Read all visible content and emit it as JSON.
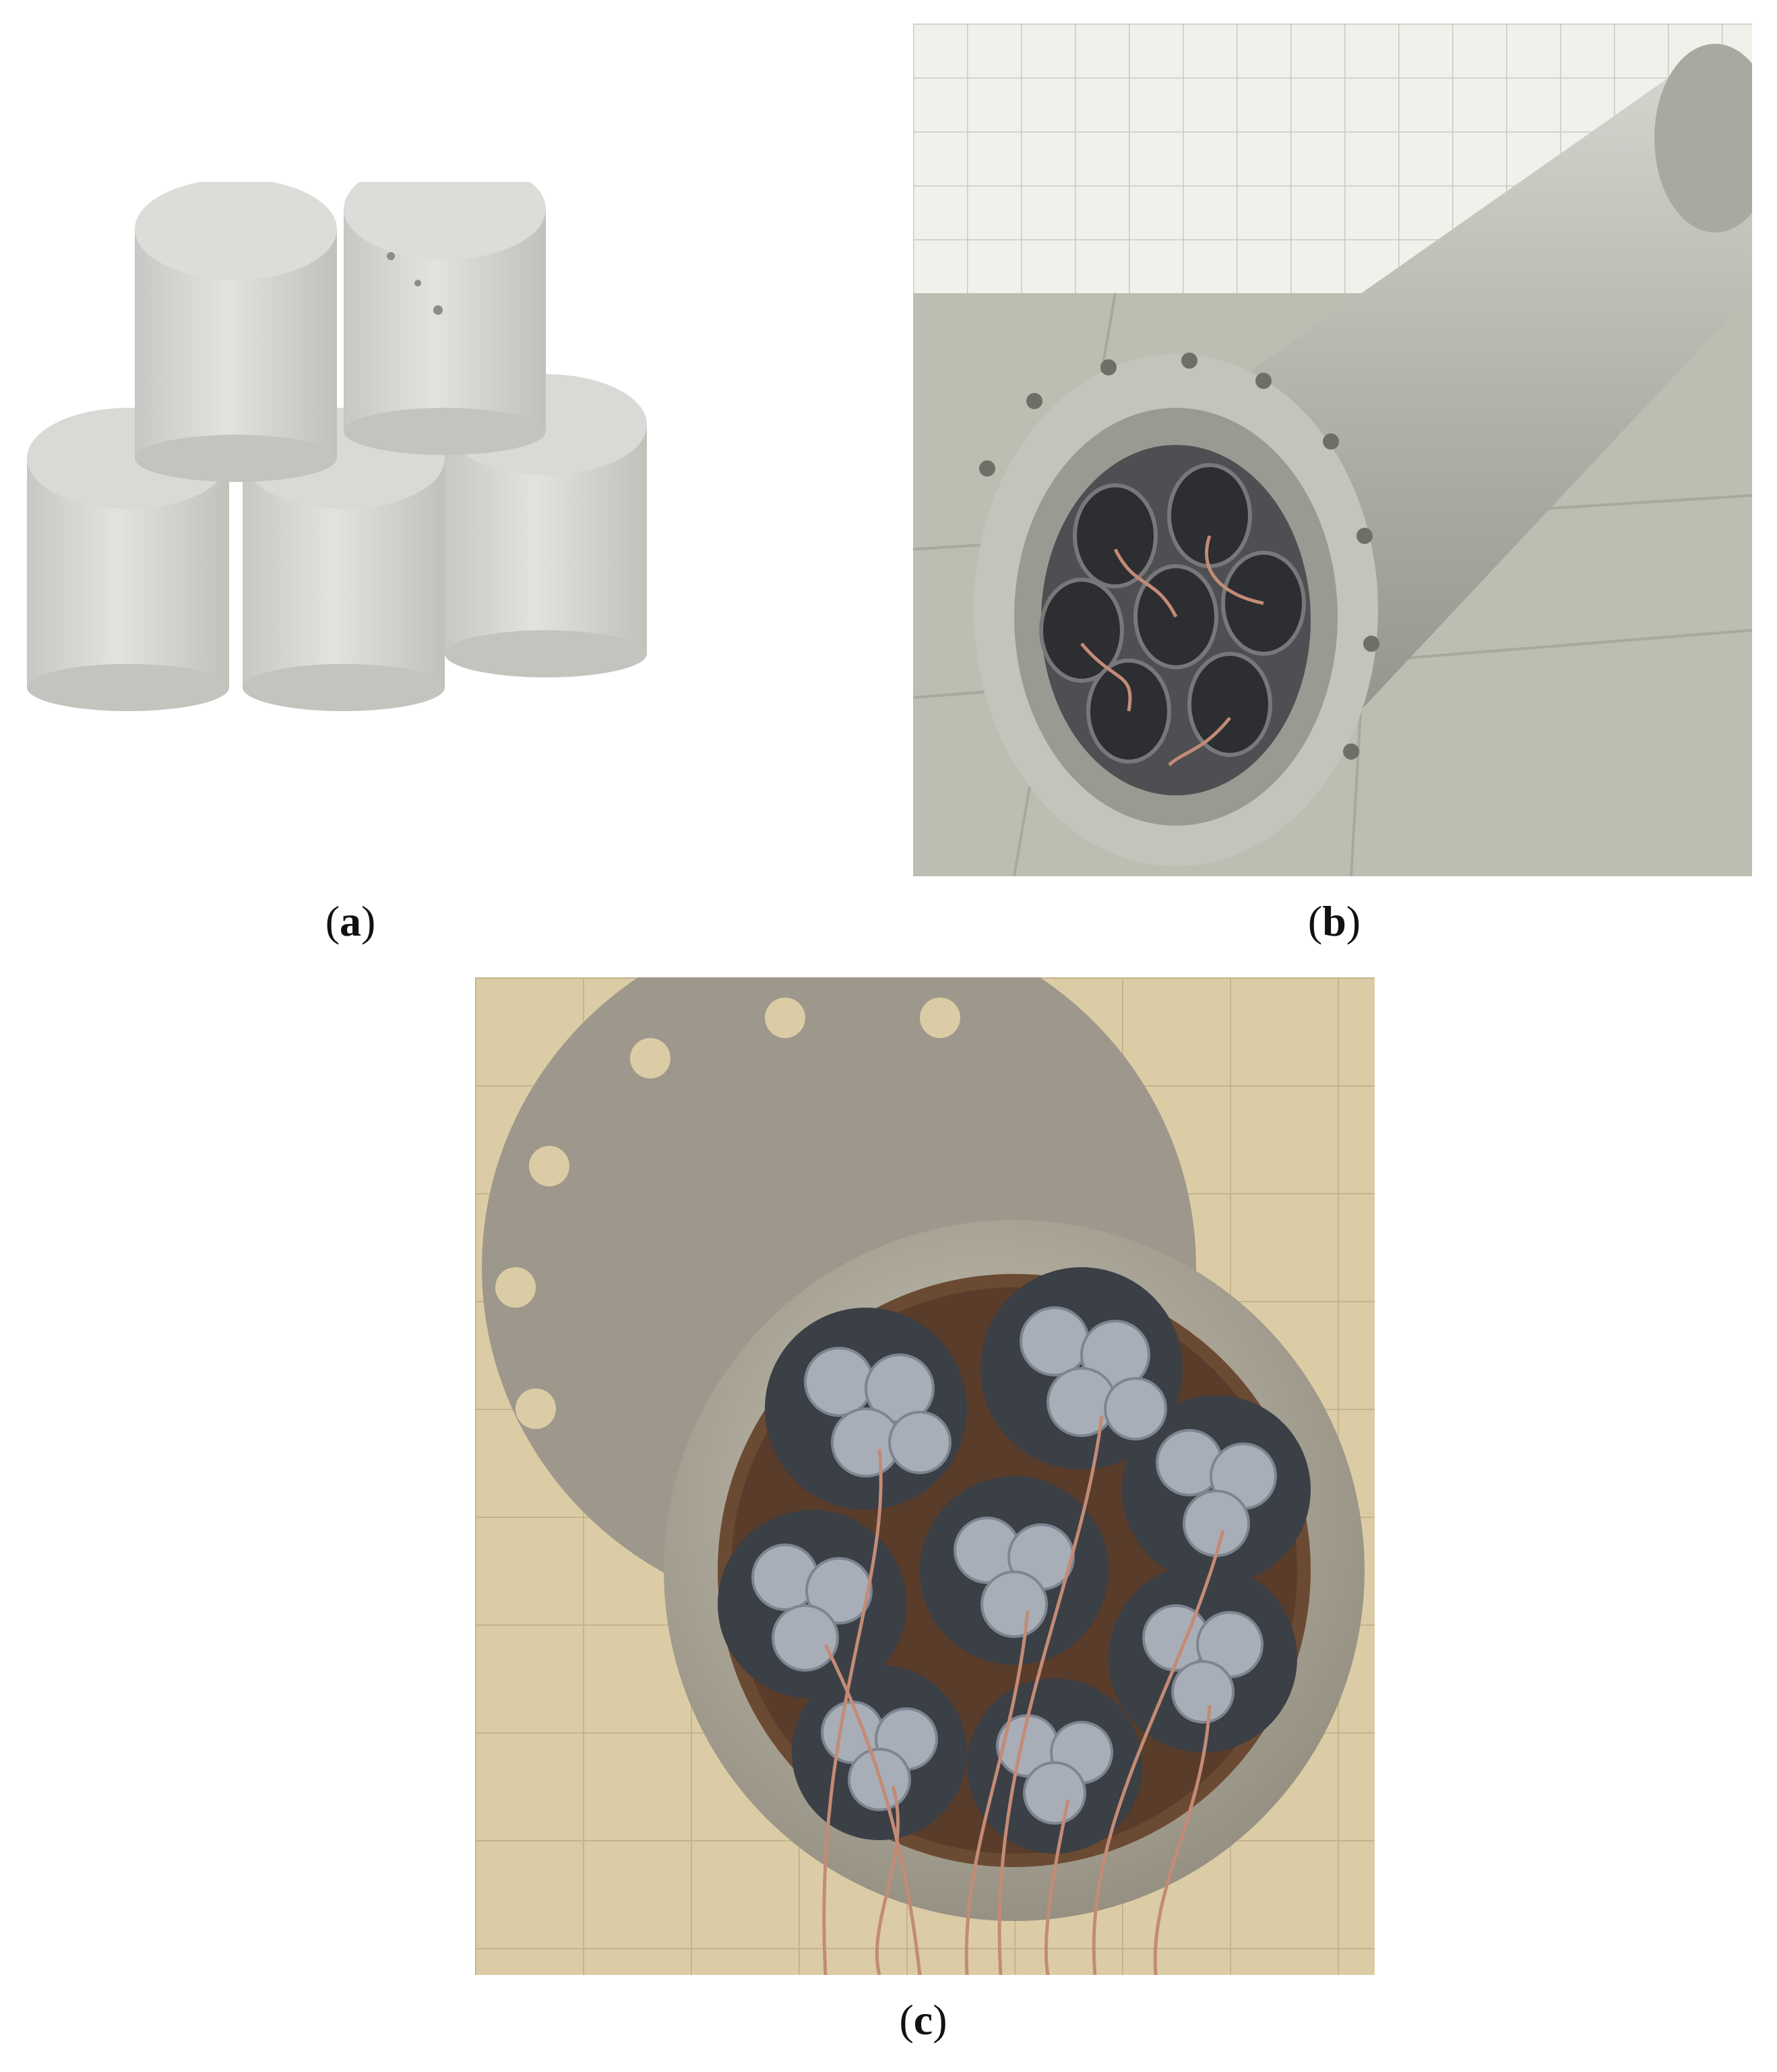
{
  "panels": [
    {
      "id": "a",
      "caption": "a"
    },
    {
      "id": "b",
      "caption": "b"
    },
    {
      "id": "c",
      "caption": "c"
    }
  ],
  "colors": {
    "concrete": "#d6d8d2",
    "steel": "#b9b9b0",
    "floor_tile": "#d9c9a4",
    "wall_tile": "#f1f1ec",
    "sample_gray": "#a7aeb8",
    "wire": "#c38b76"
  }
}
